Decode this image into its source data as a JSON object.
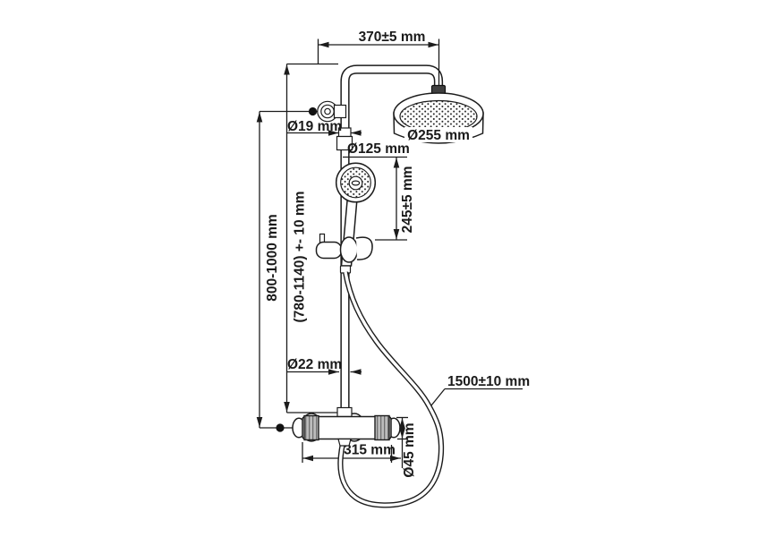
{
  "diagram": {
    "kind": "technical-dimension-drawing",
    "product": "thermostatic shower system with overhead shower, hand shower and mixer",
    "unit": "mm",
    "colors": {
      "line": "#1c1c1c",
      "background": "#ffffff",
      "grip_fill": "#bcbcbc",
      "anchor_dot": "#111111"
    },
    "labels": {
      "arm_width": "370±5 mm",
      "head_diameter": "Ø255 mm",
      "wall_connection_diameter": "Ø19 mm",
      "hand_shower_diameter": "Ø125 mm",
      "hand_shower_length": "245±5 mm",
      "mounting_height": "800-1000 mm",
      "column_height": "(780-1140) +- 10 mm",
      "riser_diameter": "Ø22 mm",
      "hose_length": "1500±10 mm",
      "mixer_width": "315 mm",
      "handle_diameter": "Ø45 mm"
    }
  }
}
